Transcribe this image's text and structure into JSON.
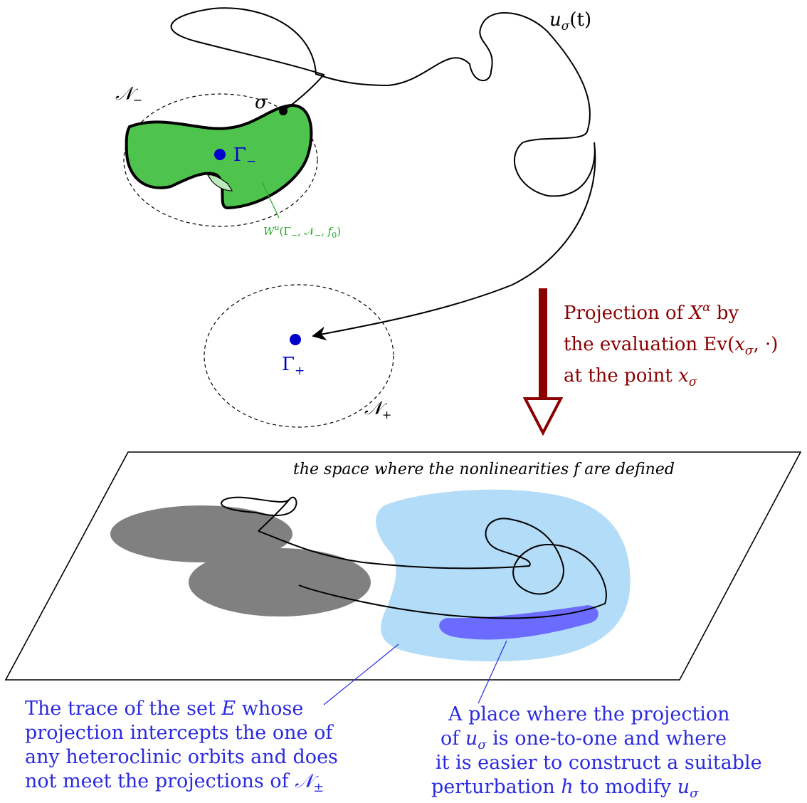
{
  "labels": {
    "u_sigma_t": "u",
    "u_sigma_t_sub": "σ",
    "u_sigma_t_rest": "(t)",
    "sigma": "σ",
    "n_minus": "𝒩",
    "n_minus_sub": "−",
    "n_plus": "𝒩",
    "n_plus_sub": "+",
    "gamma_minus": "Γ",
    "gamma_minus_sub": "−",
    "gamma_plus": "Γ",
    "gamma_plus_sub": "+",
    "wu": "W",
    "wu_sup": "u",
    "wu_args": "(Γ",
    "wu_sub1": "−",
    "wu_mid": ", 𝒩",
    "wu_sub2": "−",
    "wu_tail": ", f",
    "wu_sub3": "0",
    "wu_close": ")"
  },
  "projection_text": {
    "line1_a": "Projection of ",
    "line1_x": "X",
    "line1_sup": "α",
    "line1_b": " by",
    "line2_a": "the evaluation Ev(",
    "line2_x": "x",
    "line2_sub": "σ",
    "line2_b": ", ·)",
    "line3_a": "at the point ",
    "line3_x": "x",
    "line3_sub": "σ"
  },
  "plane_caption": "the space where the nonlinearities f are defined",
  "caption_left": {
    "line1_a": "The trace of the set ",
    "line1_e": "E",
    "line1_b": " whose",
    "line2": "projection intercepts the one of",
    "line3": "any heteroclinic orbits and does",
    "line4_a": "not meet the projections of ",
    "line4_n": "𝒩",
    "line4_sub": "±"
  },
  "caption_right": {
    "line1": "A place where the projection",
    "line2_a": "of ",
    "line2_u": "u",
    "line2_sub": "σ",
    "line2_b": " is one-to-one and where",
    "line3": "it is easier to construct a suitable",
    "line4_a": "perturbation ",
    "line4_h": "h",
    "line4_b": " to modify ",
    "line4_u": "u",
    "line4_sub": "σ"
  },
  "colors": {
    "green_fill": "#4ec44e",
    "light_green": "#bdeabd",
    "blue_point": "#0000cc",
    "blue_text": "#2a2ae0",
    "dark_red": "#8b0000",
    "gray_blob": "#808080",
    "light_blue": "#b3dcf8",
    "purple_band": "#6b6bff",
    "green_text": "#22aa22"
  }
}
